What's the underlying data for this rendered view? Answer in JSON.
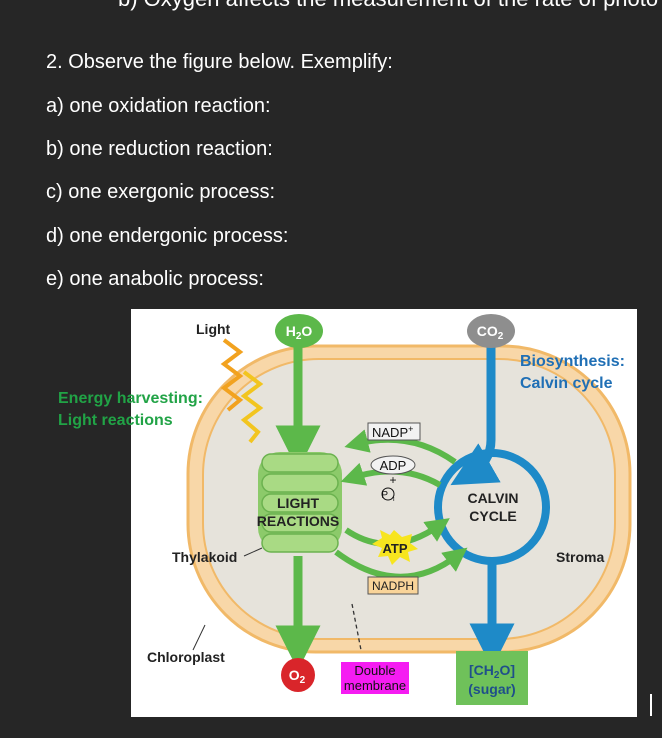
{
  "header": {
    "cut_line": "b) Oxygen affects the measurement of the rate of photo"
  },
  "question": {
    "title": "2. Observe the figure below. Exemplify:",
    "items": [
      "a) one oxidation reaction:",
      "b) one reduction reaction:",
      "c) one exergonic process:",
      "d) one endergonic process:",
      "e) one anabolic process:"
    ]
  },
  "figure": {
    "light": "Light",
    "h2o_main": "H",
    "h2o_sub": "2",
    "h2o_tail": "O",
    "co2_main": "CO",
    "co2_sub": "2",
    "o2_main": "O",
    "o2_sub": "2",
    "biosynthesis": "Biosynthesis:",
    "calvin_cycle_label": "Calvin cycle",
    "energy_harvesting": "Energy harvesting:",
    "light_reactions_label": "Light reactions",
    "nadp_main": "NADP",
    "nadp_sup": "+",
    "adp": "ADP",
    "plus": "+",
    "pi_main": "P",
    "pi_sub": "i",
    "atp": "ATP",
    "nadph": "NADPH",
    "light_reactions_1": "LIGHT",
    "light_reactions_2": "REACTIONS",
    "calvin_1": "CALVIN",
    "calvin_2": "CYCLE",
    "thylakoid": "Thylakoid",
    "stroma": "Stroma",
    "chloroplast": "Chloroplast",
    "double_membrane_1": "Double",
    "double_membrane_2": "membrane",
    "sugar_1_main": "[CH",
    "sugar_1_sub": "2",
    "sugar_1_tail": "O]",
    "sugar_2": "(sugar)"
  },
  "colors": {
    "background": "#262626",
    "green": "#5cb84a",
    "blue": "#1e8ac8",
    "red": "#d9252a",
    "grey": "#8e8e8e",
    "harvesting_text": "#21a346",
    "biosynthesis_text": "#1f6fb5",
    "membrane": "#f6c683",
    "stroma": "#e6e3db",
    "highlight": "#f51cf2"
  }
}
